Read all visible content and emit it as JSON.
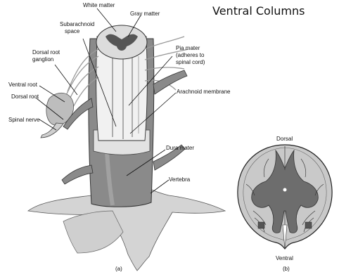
{
  "page_title": "Ventral Columns",
  "figure_a": {
    "caption": "(a)",
    "labels": {
      "white_matter": "White matter",
      "gray_matter": "Gray matter",
      "subarachnoid_line1": "Subarachnoid",
      "subarachnoid_line2": "space",
      "dorsal_root_ganglion_line1": "Dorsal root",
      "dorsal_root_ganglion_line2": "ganglion",
      "ventral_root": "Ventral root",
      "dorsal_root": "Dorsal root",
      "spinal_nerve": "Spinal nerve",
      "pia_mater_line1": "Pia mater",
      "pia_mater_line2": "(adheres to",
      "pia_mater_line3": "spinal cord)",
      "arachnoid_membrane": "Arachnoid membrane",
      "dura_mater": "Dura mater",
      "vertebra": "Vertebra"
    }
  },
  "figure_b": {
    "caption": "(b)",
    "labels": {
      "dorsal": "Dorsal",
      "ventral": "Ventral"
    }
  },
  "colors": {
    "gray_matter": "#6d6d6d",
    "white_matter": "#c9c9c9",
    "dura": "#8a8a8a",
    "bone": "#d4d4d4"
  }
}
